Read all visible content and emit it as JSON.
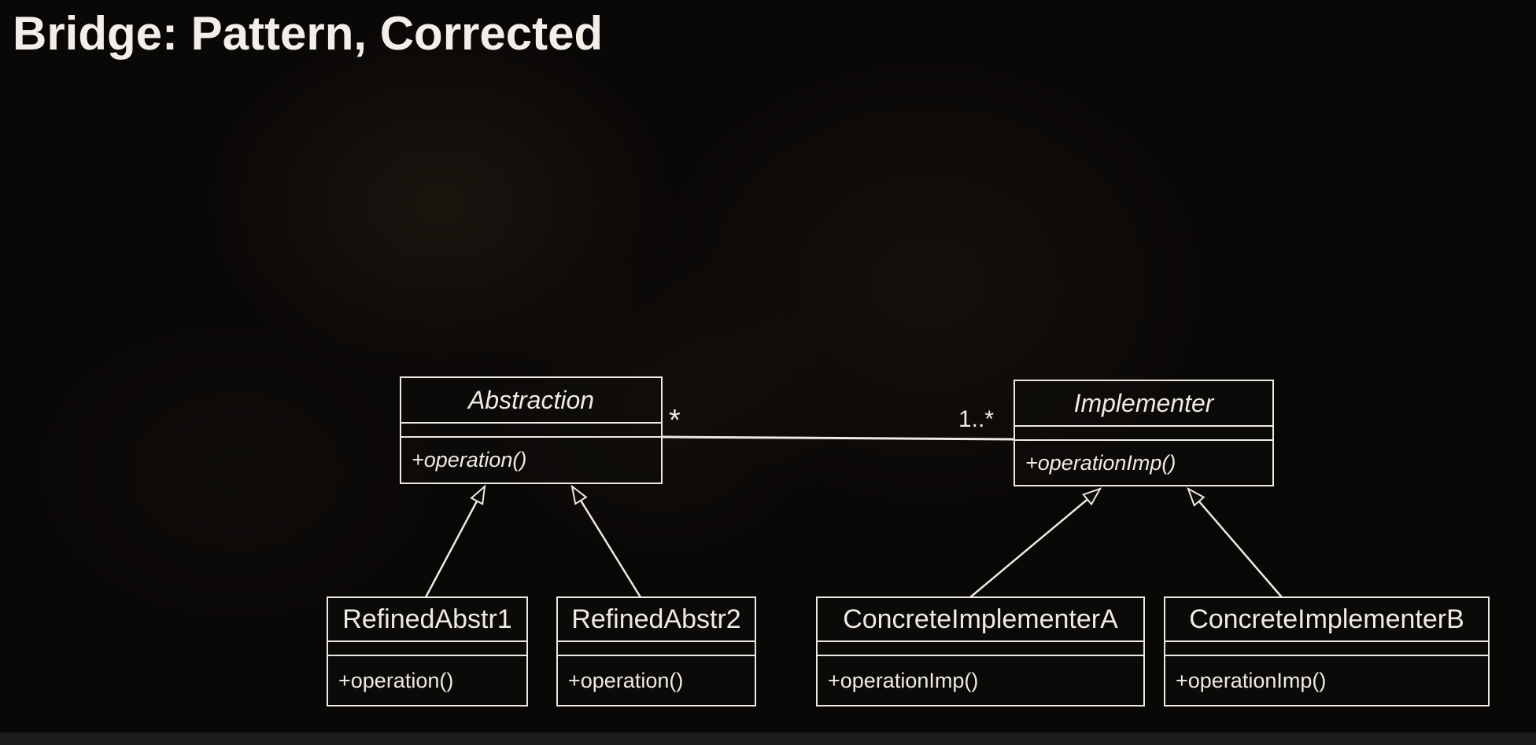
{
  "slide": {
    "title": "Bridge: Pattern, Corrected"
  },
  "diagram": {
    "classes": {
      "abstraction": {
        "name": "Abstraction",
        "method": "+operation()"
      },
      "implementer": {
        "name": "Implementer",
        "method": "+operationImp()"
      },
      "refined1": {
        "name": "RefinedAbstr1",
        "method": "+operation()"
      },
      "refined2": {
        "name": "RefinedAbstr2",
        "method": "+operation()"
      },
      "concreteA": {
        "name": "ConcreteImplementerA",
        "method": "+operationImp()"
      },
      "concreteB": {
        "name": "ConcreteImplementerB",
        "method": "+operationImp()"
      }
    },
    "association": {
      "from_multiplicity": "*",
      "to_multiplicity": "1..*"
    },
    "generalizations": [
      {
        "child": "RefinedAbstr1",
        "parent": "Abstraction"
      },
      {
        "child": "RefinedAbstr2",
        "parent": "Abstraction"
      },
      {
        "child": "ConcreteImplementerA",
        "parent": "Implementer"
      },
      {
        "child": "ConcreteImplementerB",
        "parent": "Implementer"
      }
    ],
    "colors": {
      "line": "#ece9e2",
      "background": "#0a0807",
      "text": "#f3efe8"
    }
  }
}
